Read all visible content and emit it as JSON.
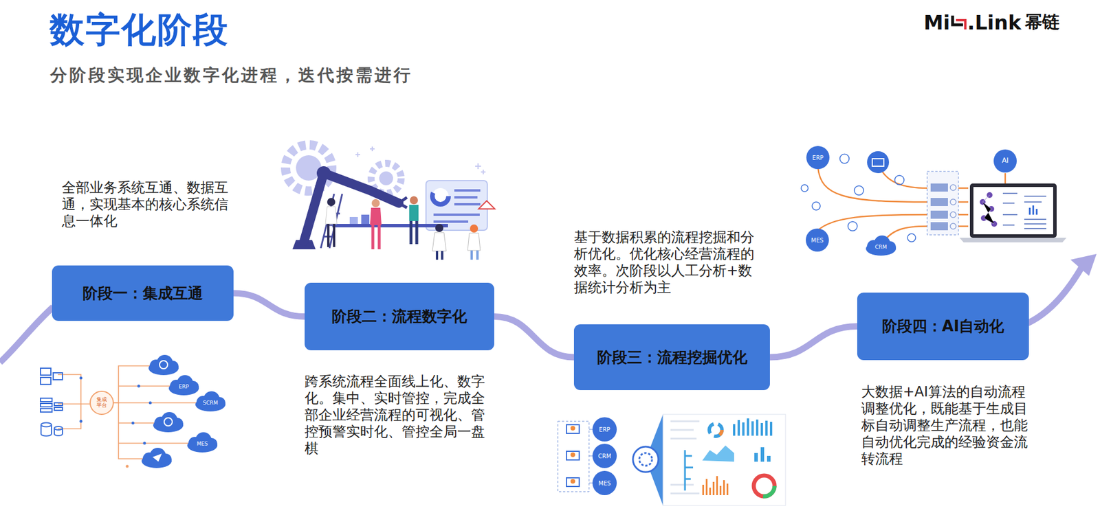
{
  "diagram": {
    "title": "数字化阶段",
    "nodes": [
      {
        "text": [
          "阶段一：集成互通"
        ]
      },
      {
        "text": [
          "阶段二：流程数字化"
        ]
      },
      {
        "text": [
          "阶段三：流程挖掘优化"
        ]
      },
      {
        "text": [
          "阶段四：AI自动化"
        ]
      }
    ],
    "edges": [
      {
        "from": 0,
        "to": 1,
        "arrow": "none"
      },
      {
        "from": 1,
        "to": 2,
        "arrow": "none"
      },
      {
        "from": 2,
        "to": 3,
        "arrow": "none"
      }
    ],
    "labels": [
      "分阶段实现企业数字化进程，迭代按需进行",
      "Mi",
      ".Link",
      "幂链",
      "全部业务系统互通、数据互通，实现基本的核心系统信息一体化",
      "跨系统流程全面线上化、数字化。集中、实时管控，完成全部企业经营流程的可视化、管控预警实时化、管控全局一盘棋",
      "基于数据积累的流程挖掘和分析优化。优化核心经营流程的效率。次阶段以人工分析+数据统计分析为主",
      "大数据+AI算法的自动流程调整优化，既能基于生成目标自动调整生产流程，也能自动优化完成的经验资金流转流程",
      "集成平台",
      "ERP",
      "SCRM",
      "MES",
      "ERP",
      "CRM",
      "MES",
      "ERP",
      "MES",
      "CRM",
      "AI"
    ]
  }
}
